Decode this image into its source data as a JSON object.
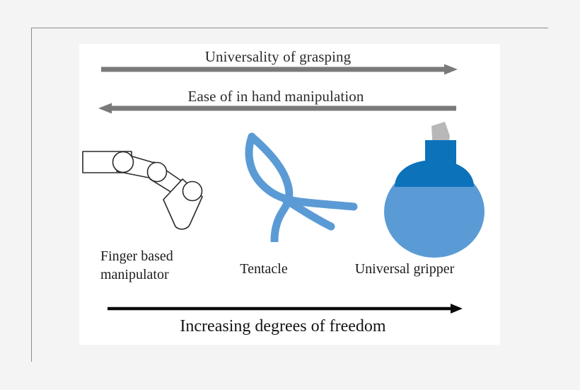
{
  "figure": {
    "background_color": "#f4f4f4",
    "panel_color": "#ffffff",
    "frame_color": "#8c8c8c",
    "top_arrows": [
      {
        "name": "universality-of-grasping",
        "caption": "Universality of grasping",
        "direction": "right",
        "color": "#7a7a7a"
      },
      {
        "name": "ease-of-in-hand-manipulation",
        "caption": "Ease of in hand manipulation",
        "direction": "left",
        "color": "#7a7a7a"
      }
    ],
    "illustrations": [
      {
        "name": "finger-based-manipulator",
        "label": "Finger based\nmanipulator",
        "style": "line-drawing",
        "stroke_color": "#2b2b2b",
        "joint_count": 3
      },
      {
        "name": "tentacle",
        "label": "Tentacle",
        "style": "curved-strands",
        "stroke_color": "#5b9bd5",
        "strand_count": 2
      },
      {
        "name": "universal-gripper",
        "label": "Universal gripper",
        "style": "filled-shapes",
        "body_color": "#5b9bd5",
        "cap_color": "#0c72ba",
        "tube_color": "#b8b8b8"
      }
    ],
    "bottom_arrow": {
      "name": "increasing-degrees-of-freedom",
      "caption": "Increasing degrees of freedom",
      "direction": "right",
      "color": "#0a0a0a"
    }
  }
}
